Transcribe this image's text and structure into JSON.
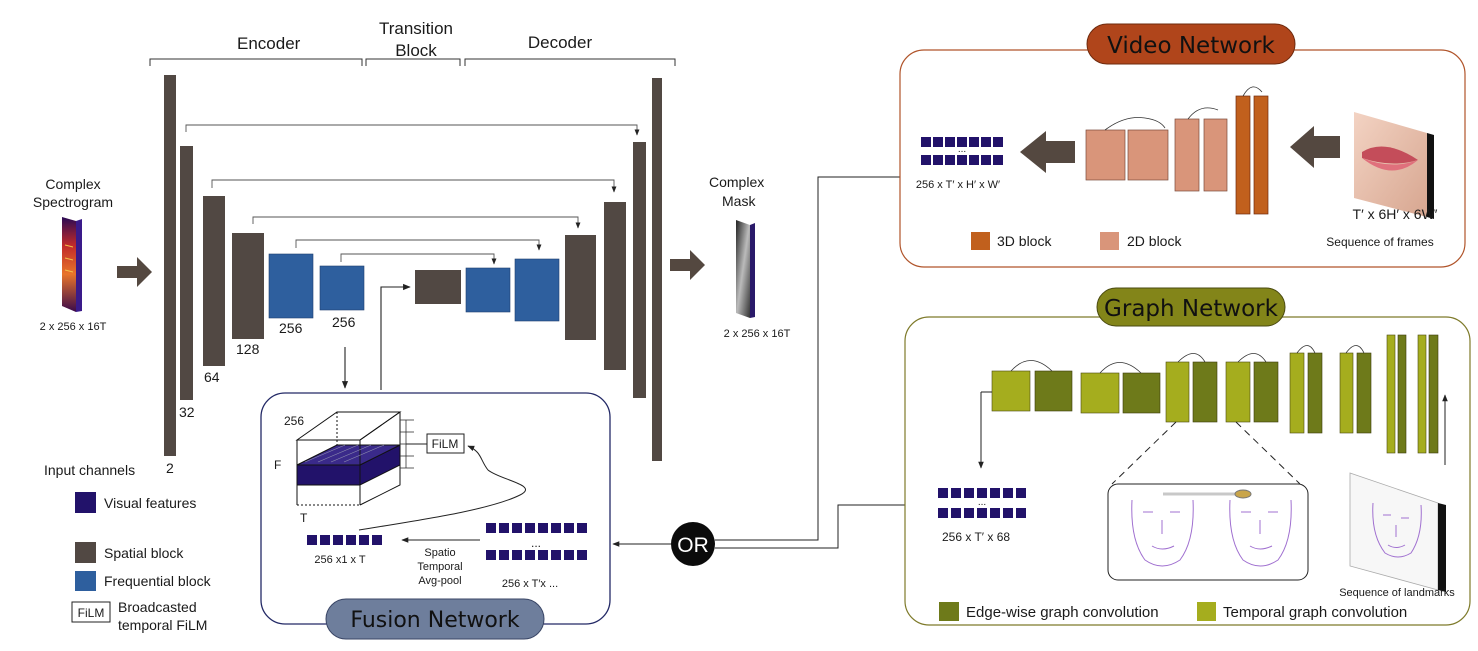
{
  "encoder": {
    "section_encoder": "Encoder",
    "section_transition_1": "Transition",
    "section_transition_2": "Block",
    "section_decoder": "Decoder",
    "input_title_1": "Complex",
    "input_title_2": "Spectrogram",
    "input_dims": "2 x 256 x 16T",
    "output_title_1": "Complex",
    "output_title_2": "Mask",
    "output_dims": "2 x 256 x 16T",
    "channels": [
      "2",
      "32",
      "64",
      "128",
      "256",
      "256"
    ]
  },
  "legend": {
    "input_channels": "Input channels",
    "visual_features": "Visual features",
    "spatial_block": "Spatial block",
    "frequential_block": "Frequential block",
    "film_box": "FiLM",
    "film_text_1": "Broadcasted",
    "film_text_2": "temporal FiLM"
  },
  "fusion": {
    "title": "Fusion Network",
    "cube_256": "256",
    "cube_f": "F",
    "cube_t": "T",
    "film_label": "FiLM",
    "pooled_dims": "256 x1 x T",
    "pool_1": "Spatio",
    "pool_2": "Temporal",
    "pool_3": "Avg-pool",
    "features_dots": "...",
    "features_dims": "256 x T′x ..."
  },
  "or_label": "OR",
  "video": {
    "title": "Video Network",
    "features_dots": "...",
    "features_dims": "256 x T′ x H′ x W′",
    "frames_dims": "T′ x 6H′ x 6W′",
    "legend_3d": "3D block",
    "legend_2d": "2D block",
    "sequence_label": "Sequence of frames"
  },
  "graph": {
    "title": "Graph Network",
    "features_dots": "...",
    "features_dims": "256 x T′ x 68",
    "sequence_label": "Sequence of landmarks",
    "legend_edge": "Edge-wise graph convolution",
    "legend_temporal": "Temporal graph convolution"
  },
  "colors": {
    "spatial": "#514843",
    "frequential": "#2e5f9e",
    "visual": "#22126a",
    "arrow": "#544840",
    "video_3d": "#c1601d",
    "video_2d": "#d9957a",
    "graph_edge": "#6e7a1a",
    "graph_temporal": "#a5ad1e",
    "video_title_bg": "#b0451b",
    "graph_title_bg": "#838519",
    "fusion_title_bg": "#6e7e9c",
    "fusion_border": "#232966",
    "video_border": "#b0542a",
    "graph_border": "#7e7a2a"
  }
}
